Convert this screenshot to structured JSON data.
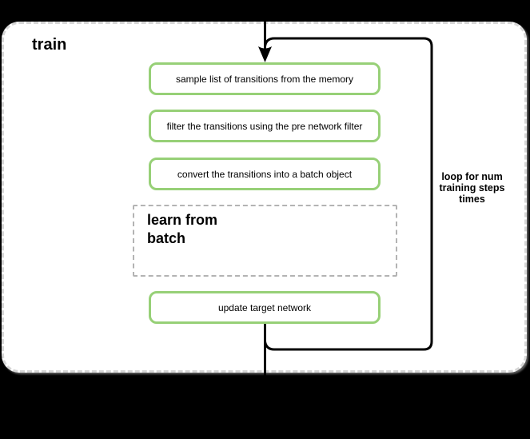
{
  "diagram": {
    "title": "train",
    "steps": [
      {
        "label": "sample list of transitions from the memory"
      },
      {
        "label": "filter the transitions using the pre network filter"
      },
      {
        "label": "convert the transitions into a batch object"
      }
    ],
    "subprocess": {
      "label": "learn from batch"
    },
    "final_step": {
      "label": "update target network"
    },
    "loop_annotation": "loop for num training steps times",
    "colors": {
      "background": "#000000",
      "container_fill": "#ffffff",
      "container_border": "#d6d6d6",
      "step_border": "#97d077",
      "subprocess_border": "#b3b3b3",
      "flow_stroke": "#000000",
      "text": "#000000"
    }
  }
}
